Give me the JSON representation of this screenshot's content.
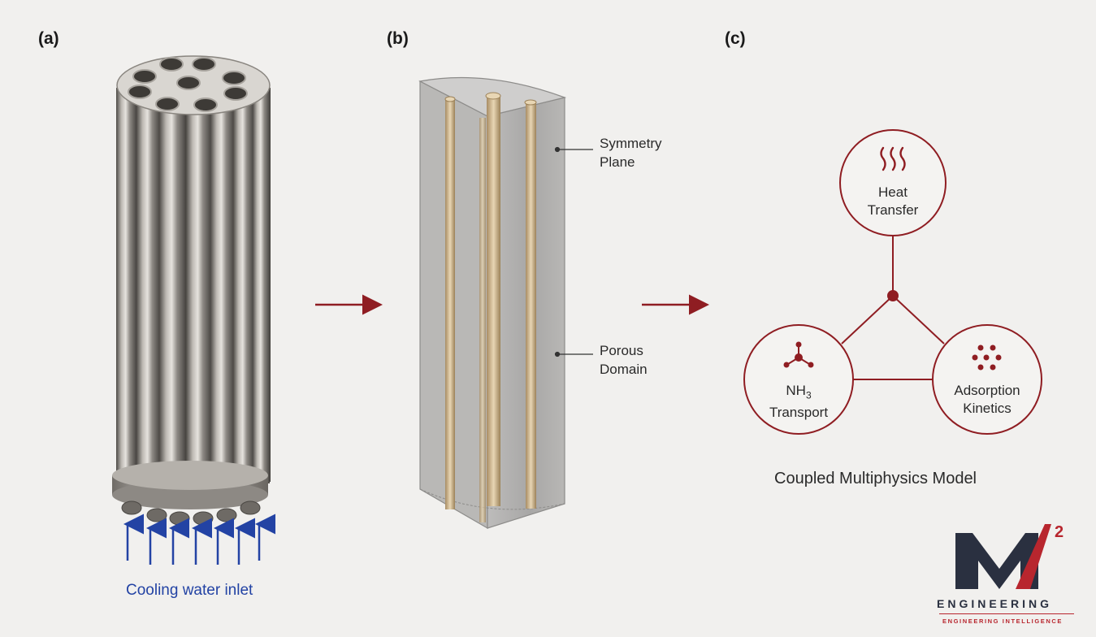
{
  "panels": {
    "a": "(a)",
    "b": "(b)",
    "c": "(c)"
  },
  "panel_a": {
    "inlet_label": "Cooling water inlet"
  },
  "panel_b": {
    "callout_1": [
      "Symmetry",
      "Plane"
    ],
    "callout_2": [
      "Porous",
      "Domain"
    ]
  },
  "panel_c": {
    "node_heat": [
      "Heat",
      "Transfer"
    ],
    "node_nh3": {
      "prefix": "NH",
      "sub": "3",
      "line2": "Transport"
    },
    "node_adsorption": [
      "Adsorption",
      "Kinetics"
    ],
    "caption": "Coupled Multiphysics Model"
  },
  "logo": {
    "mark": "M",
    "superscript": "2",
    "name": "ENGINEERING",
    "tagline": "ENGINEERING INTELLIGENCE"
  },
  "colors": {
    "accent": "#8f1d22",
    "inlet": "#2343a4",
    "metal": "#8a8680",
    "tube": "#c9b28f"
  }
}
